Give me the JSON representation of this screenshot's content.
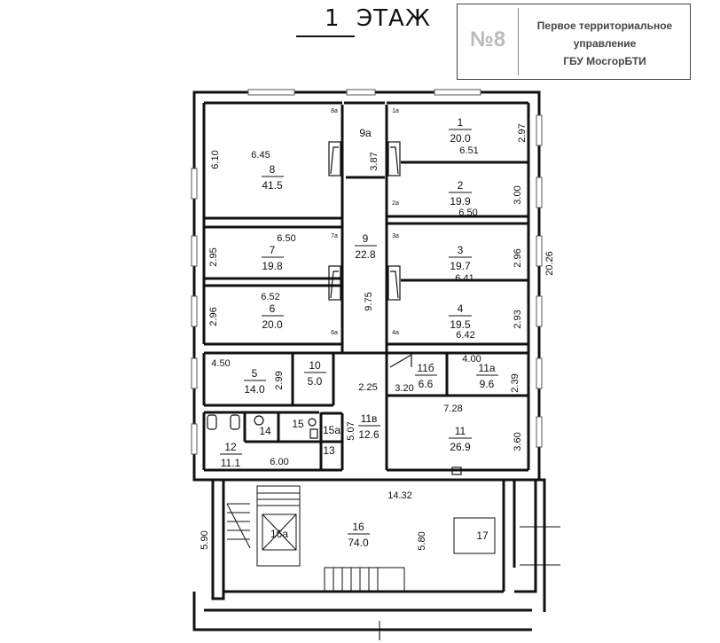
{
  "header": {
    "floor_number": "1",
    "floor_word": "ЭТАЖ"
  },
  "stamp": {
    "number": "№8",
    "org_lines": [
      "Первое территориальное",
      "управление",
      "ГБУ МосгорБТИ"
    ]
  },
  "rooms": [
    {
      "id": "8",
      "area": "41.5"
    },
    {
      "id": "9а",
      "area": ""
    },
    {
      "id": "1",
      "area": "20.0"
    },
    {
      "id": "2",
      "area": "19.9"
    },
    {
      "id": "9",
      "area": "22.8"
    },
    {
      "id": "7",
      "area": "19.8"
    },
    {
      "id": "3",
      "area": "19.7"
    },
    {
      "id": "6",
      "area": "20.0"
    },
    {
      "id": "4",
      "area": "19.5"
    },
    {
      "id": "5",
      "area": "14.0"
    },
    {
      "id": "10",
      "area": "5.0"
    },
    {
      "id": "11б",
      "area": "6.6"
    },
    {
      "id": "11а",
      "area": "9.6"
    },
    {
      "id": "11в",
      "area": "12.6"
    },
    {
      "id": "11",
      "area": "26.9"
    },
    {
      "id": "12",
      "area": "11.1"
    },
    {
      "id": "14",
      "area": ""
    },
    {
      "id": "15",
      "area": ""
    },
    {
      "id": "15а",
      "area": ""
    },
    {
      "id": "13",
      "area": ""
    },
    {
      "id": "16",
      "area": "74.0"
    },
    {
      "id": "16а",
      "area": ""
    },
    {
      "id": "17",
      "area": ""
    }
  ],
  "small_tags": [
    "8а",
    "1а",
    "2а",
    "7а",
    "3а",
    "6а",
    "4а"
  ],
  "dimensions": [
    "6.10",
    "6.45",
    "3.87",
    "2.97",
    "6.51",
    "3.00",
    "6.50",
    "6.50",
    "2.95",
    "2.96",
    "6.41",
    "20.26",
    "6.52",
    "9.75",
    "2.96",
    "2.93",
    "6.42",
    "4.50",
    "2.99",
    "4.00",
    "2.39",
    "2.25",
    "3.20",
    "7.28",
    "5.07",
    "3.60",
    "6.00",
    "14.32",
    "5.90",
    "5.80"
  ],
  "section_mark": "I"
}
